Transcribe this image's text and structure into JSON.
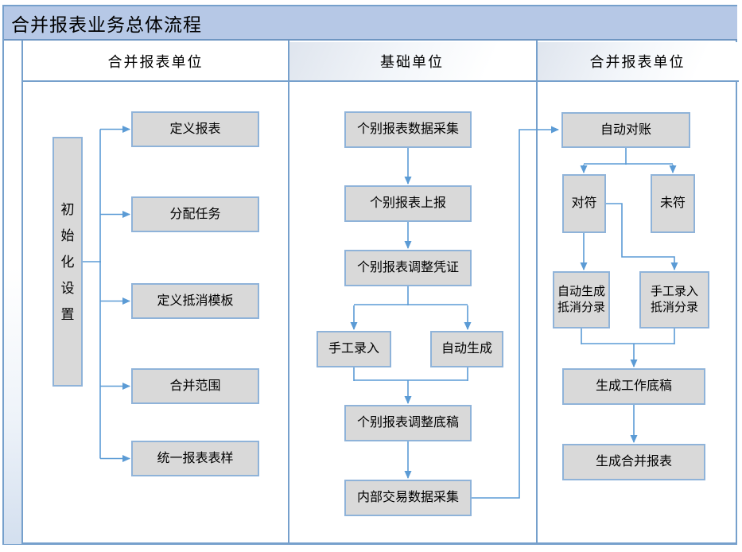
{
  "title": "合并报表业务总体流程",
  "lanes": [
    {
      "label": "合并报表单位"
    },
    {
      "label": "基础单位"
    },
    {
      "label": "合并报表单位"
    }
  ],
  "nodes": {
    "init": "初\n始\n化\n设\n置",
    "define_report": "定义报表",
    "assign_tasks": "分配任务",
    "elim_template": "定义抵消模板",
    "scope": "合并范围",
    "report_style": "统一报表表样",
    "collect": "个别报表数据采集",
    "submit": "个别报表上报",
    "adj_voucher": "个别报表调整凭证",
    "manual": "手工录入",
    "auto": "自动生成",
    "adj_draft": "个别报表调整底稿",
    "internal_collect": "内部交易数据采集",
    "reconcile": "自动对账",
    "matched": "对符",
    "unmatched": "未符",
    "auto_elim": "自动生成\n抵消分录",
    "manual_elim": "手工录入\n抵消分录",
    "working_paper": "生成工作底稿",
    "consolidated": "生成合并报表"
  },
  "colors": {
    "title_bar_bg": "#b6c8e6",
    "frame_border": "#76a0cc",
    "connector": "#5b9bd5",
    "node_fill": "#d9d9d9",
    "node_border": "#8fb3d9"
  }
}
